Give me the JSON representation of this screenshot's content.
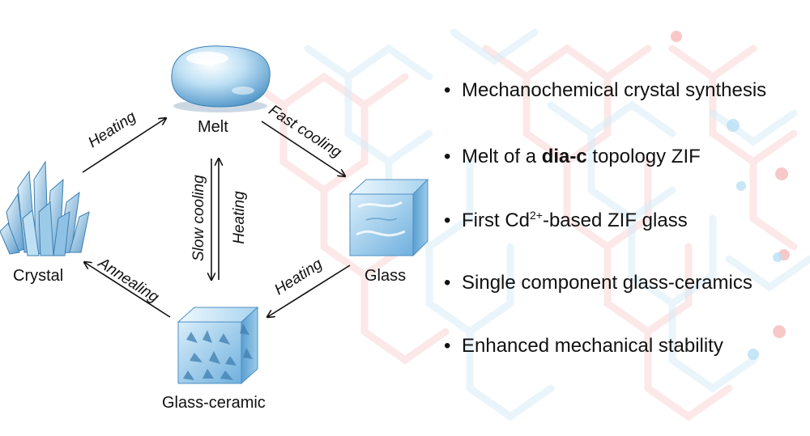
{
  "states": {
    "melt": "Melt",
    "crystal": "Crystal",
    "glass": "Glass",
    "glass_ceramic": "Glass-ceramic"
  },
  "transitions": {
    "crystal_to_melt": "Heating",
    "melt_to_glass": "Fast cooling",
    "melt_to_glass_ceramic": "Slow cooling",
    "glass_ceramic_to_melt": "Heating",
    "glass_to_glass_ceramic": "Heating",
    "glass_ceramic_to_crystal": "Annealing"
  },
  "bullets": {
    "b1": "Mechanochemical crystal synthesis",
    "b2_pre": "Melt of a ",
    "b2_bold": "dia-c",
    "b2_post": " topology ZIF",
    "b3_pre": "First Cd",
    "b3_sup": "2+",
    "b3_post": "-based ZIF glass",
    "b4": "Single component glass-ceramics",
    "b5": "Enhanced mechanical stability",
    "marker": "•"
  },
  "colors": {
    "ice_blue": "#8cc3e6",
    "ice_dark": "#3f86bd",
    "framework_red": "#ef8c8c",
    "framework_blue": "#9fd0ee"
  }
}
